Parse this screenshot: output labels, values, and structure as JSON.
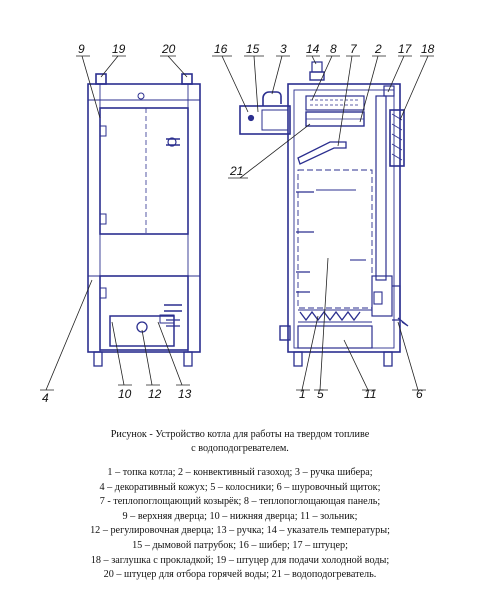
{
  "caption": {
    "title": "Рисунок  - Устройство котла для работы на твердом топливе",
    "subtitle": "с водоподогревателем."
  },
  "legend_lines": [
    "1 – топка котла;  2 – конвективный газоход;  3 – ручка шибера;",
    "4 – декоративный кожух;  5 – колосники;  6 – шуровочный щиток;",
    "7 - теплопоглощающий козырёк;  8 – теплопоглощающая панель;",
    "9 – верхняя дверца;  10 – нижняя дверца;  11 – зольник;",
    "12 – регулировочная дверца;  13 – ручка;  14 – указатель температуры;",
    "15 – дымовой патрубок;  16 – шибер;  17 – штуцер;",
    "18 – заглушка с прокладкой; 19 – штуцер для подачи холодной воды;",
    "20 – штуцер для отбора горячей воды; 21 – водоподогреватель."
  ],
  "callouts": {
    "n1": "1",
    "n2": "2",
    "n3": "3",
    "n4": "4",
    "n5": "5",
    "n6": "6",
    "n7": "7",
    "n8": "8",
    "n9": "9",
    "n10": "10",
    "n11": "11",
    "n12": "12",
    "n13": "13",
    "n14": "14",
    "n15": "15",
    "n16": "16",
    "n17": "17",
    "n18": "18",
    "n19": "19",
    "n20": "20",
    "n21": "21"
  },
  "colors": {
    "ink": "#2b2f8f",
    "leader": "#222222",
    "text": "#111111"
  }
}
